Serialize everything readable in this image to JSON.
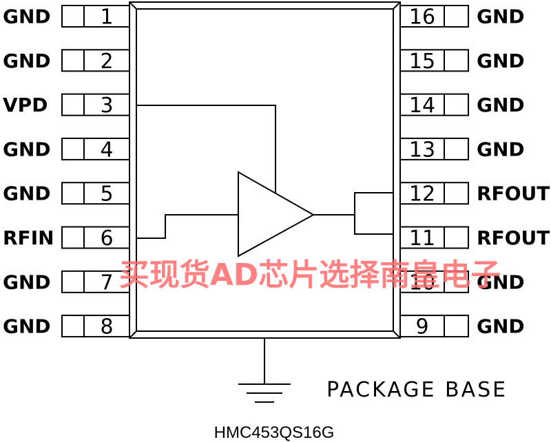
{
  "left_pins": [
    {
      "label": "GND",
      "num": "1"
    },
    {
      "label": "GND",
      "num": "2"
    },
    {
      "label": "VPD",
      "num": "3"
    },
    {
      "label": "GND",
      "num": "4"
    },
    {
      "label": "GND",
      "num": "5"
    },
    {
      "label": "RFIN",
      "num": "6"
    },
    {
      "label": "GND",
      "num": "7"
    },
    {
      "label": "GND",
      "num": "8"
    }
  ],
  "right_pins": [
    {
      "label": "GND",
      "num": "16"
    },
    {
      "label": "GND",
      "num": "15"
    },
    {
      "label": "GND",
      "num": "14"
    },
    {
      "label": "GND",
      "num": "13"
    },
    {
      "label": "RFOUT",
      "num": "12"
    },
    {
      "label": "RFOUT",
      "num": "11"
    },
    {
      "label": "GND",
      "num": "10"
    },
    {
      "label": "GND",
      "num": "9"
    }
  ],
  "package_base_label": "PACKAGE BASE",
  "part_number": "HMC453QS16G",
  "watermark": "买现货AD芯片选择南皇电子",
  "colors": {
    "line": "#000000",
    "watermark": "#ff6b6b"
  }
}
